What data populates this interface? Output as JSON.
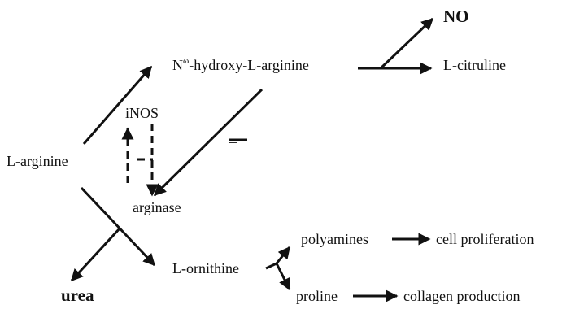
{
  "nodes": {
    "l_arginine": "L-arginine",
    "n_hydroxy_prefix": "N",
    "n_hydroxy_superscript": "ω",
    "n_hydroxy_suffix": "-hydroxy-L-arginine",
    "no": "NO",
    "l_citruline": "L-citruline",
    "inos": "iNOS",
    "arginase": "arginase",
    "urea": "urea",
    "l_ornithine": "L-ornithine",
    "polyamines": "polyamines",
    "cell_proliferation": "cell proliferation",
    "proline": "proline",
    "collagen_production": "collagen production"
  },
  "annotations": {
    "inhibition_mark": "–"
  }
}
